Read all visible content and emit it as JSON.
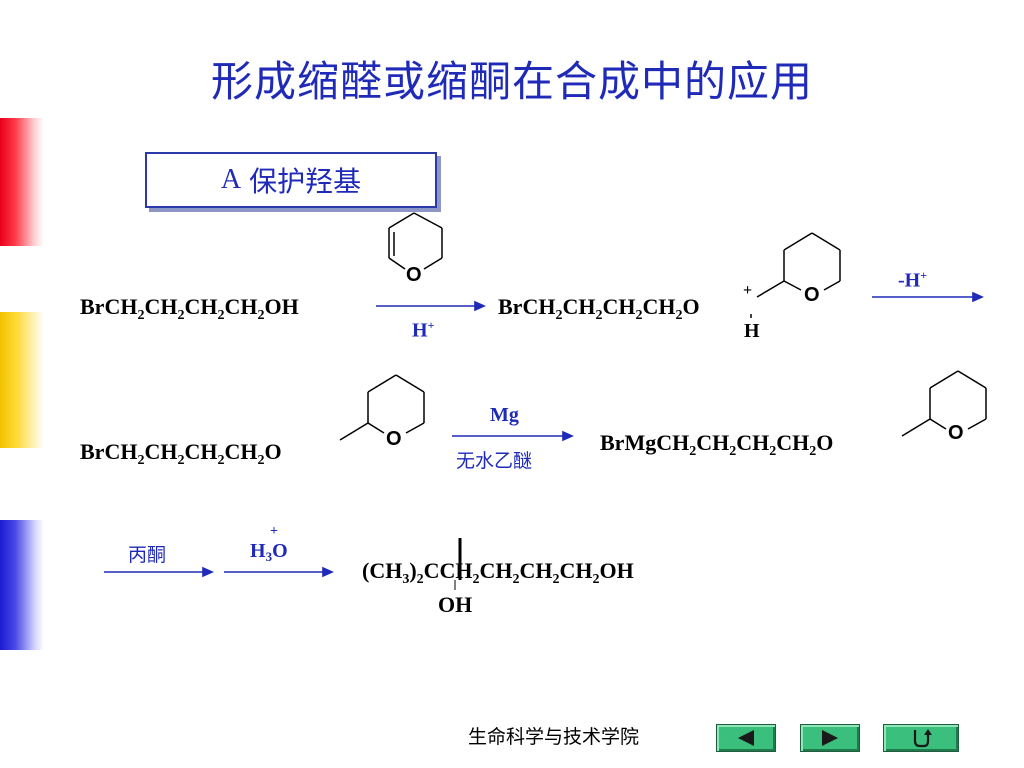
{
  "title": "形成缩醛或缩酮在合成中的应用",
  "section": {
    "letter": "A",
    "text": "保护羟基"
  },
  "row1": {
    "reactant": {
      "a": "BrCH",
      "s1": "2",
      "b": "CH",
      "s2": "2",
      "c": "CH",
      "s3": "2",
      "d": "CH",
      "s4": "2",
      "e": "OH"
    },
    "catalyst": {
      "base": "H",
      "sup": "+"
    },
    "intermediate": {
      "a": "BrCH",
      "s1": "2",
      "b": "CH",
      "s2": "2",
      "c": "CH",
      "s3": "2",
      "d": "CH",
      "s4": "2",
      "e": "O",
      "plus": "+",
      "h": "H"
    },
    "ring_o": "O",
    "elimination": {
      "base": "-H",
      "sup": "+"
    }
  },
  "row2": {
    "reactant": {
      "a": "BrCH",
      "s1": "2",
      "b": "CH",
      "s2": "2",
      "c": "CH",
      "s3": "2",
      "d": "CH",
      "s4": "2",
      "e": "O"
    },
    "reagent_top": "Mg",
    "reagent_bottom": "无水乙醚",
    "product": {
      "a": "BrMgCH",
      "s1": "2",
      "b": "CH",
      "s2": "2",
      "c": "CH",
      "s3": "2",
      "d": "CH",
      "s4": "2",
      "e": "O"
    },
    "ring_o": "O"
  },
  "row3": {
    "reagent1": "丙酮",
    "reagent2": {
      "plus": "+",
      "h": "H",
      "s": "3",
      "o": "O"
    },
    "product": {
      "a": "(CH",
      "s1": "3",
      "b": ")",
      "s2": "2",
      "c": "CCH",
      "s3": "2",
      "d": "CH",
      "s4": "2",
      "e": "CH",
      "s5": "2",
      "f": "CH",
      "s6": "2",
      "g": "OH"
    },
    "oh": "OH"
  },
  "footer": {
    "org": "生命科学与技术学院",
    "prev_icon": "triangle-left-icon",
    "next_icon": "triangle-right-icon",
    "return_icon": "return-arrow-icon"
  },
  "colors": {
    "title": "#1f2ab8",
    "button": "#3bbf7d"
  }
}
